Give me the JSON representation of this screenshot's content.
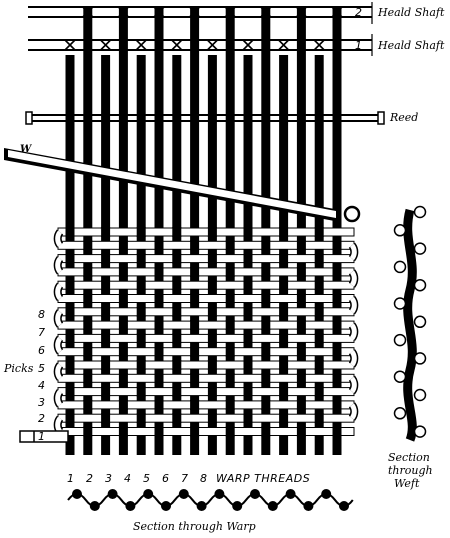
{
  "labels": {
    "heald_shaft_1": "Heald Shaft",
    "heald_shaft_2": "Heald Shaft",
    "shaft_num_2": "2",
    "shaft_num_1": "1",
    "reed": "Reed",
    "weft_marker": "W",
    "picks": "Picks",
    "warp_threads": "WARP THREADS",
    "section_warp": "Section through Warp",
    "section_weft_1": "Section",
    "section_weft_2": "through",
    "section_weft_3": "Weft"
  },
  "warp_numbers": [
    "1",
    "2",
    "3",
    "4",
    "5",
    "6",
    "7",
    "8"
  ],
  "pick_numbers": [
    "8",
    "7",
    "6",
    "5",
    "4",
    "3",
    "2",
    "1"
  ],
  "colors": {
    "ink": "#000000",
    "paper": "#ffffff"
  }
}
